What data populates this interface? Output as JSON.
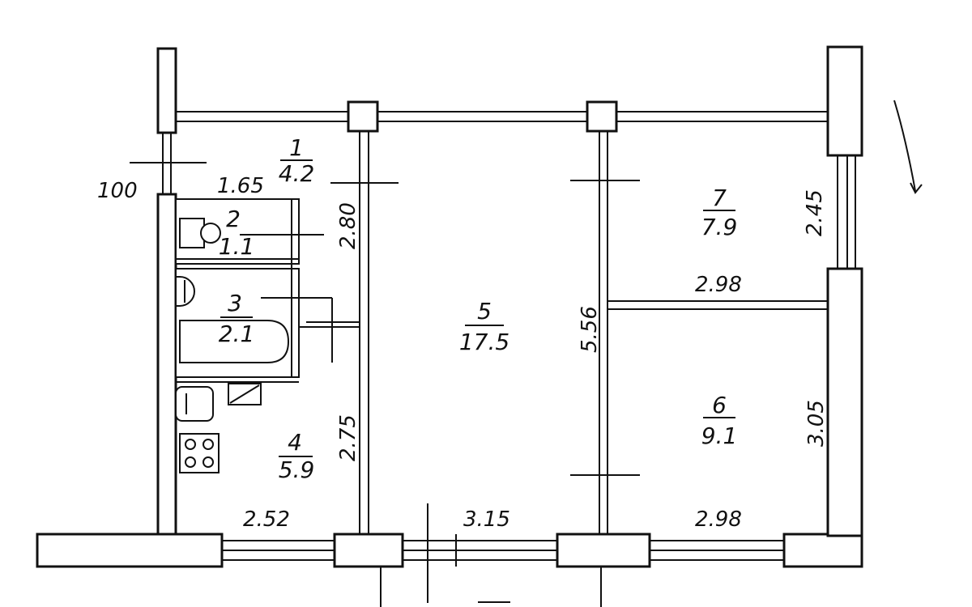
{
  "rooms": [
    {
      "id": "1",
      "area": "4.2"
    },
    {
      "id": "2",
      "area": "1.1"
    },
    {
      "id": "3",
      "area": "2.1"
    },
    {
      "id": "4",
      "area": "5.9"
    },
    {
      "id": "5",
      "area": "17.5"
    },
    {
      "id": "6",
      "area": "9.1"
    },
    {
      "id": "7",
      "area": "7.9"
    }
  ],
  "dimensions": {
    "hall_width": "1.65",
    "hall_depth": "2.80",
    "kitchen_depth": "2.75",
    "kitchen_width": "2.52",
    "living_depth": "5.56",
    "living_width": "3.15",
    "room6_width": "2.98",
    "room6_depth": "3.05",
    "room7_width": "2.98",
    "room7_depth": "2.45"
  },
  "mark": "100"
}
